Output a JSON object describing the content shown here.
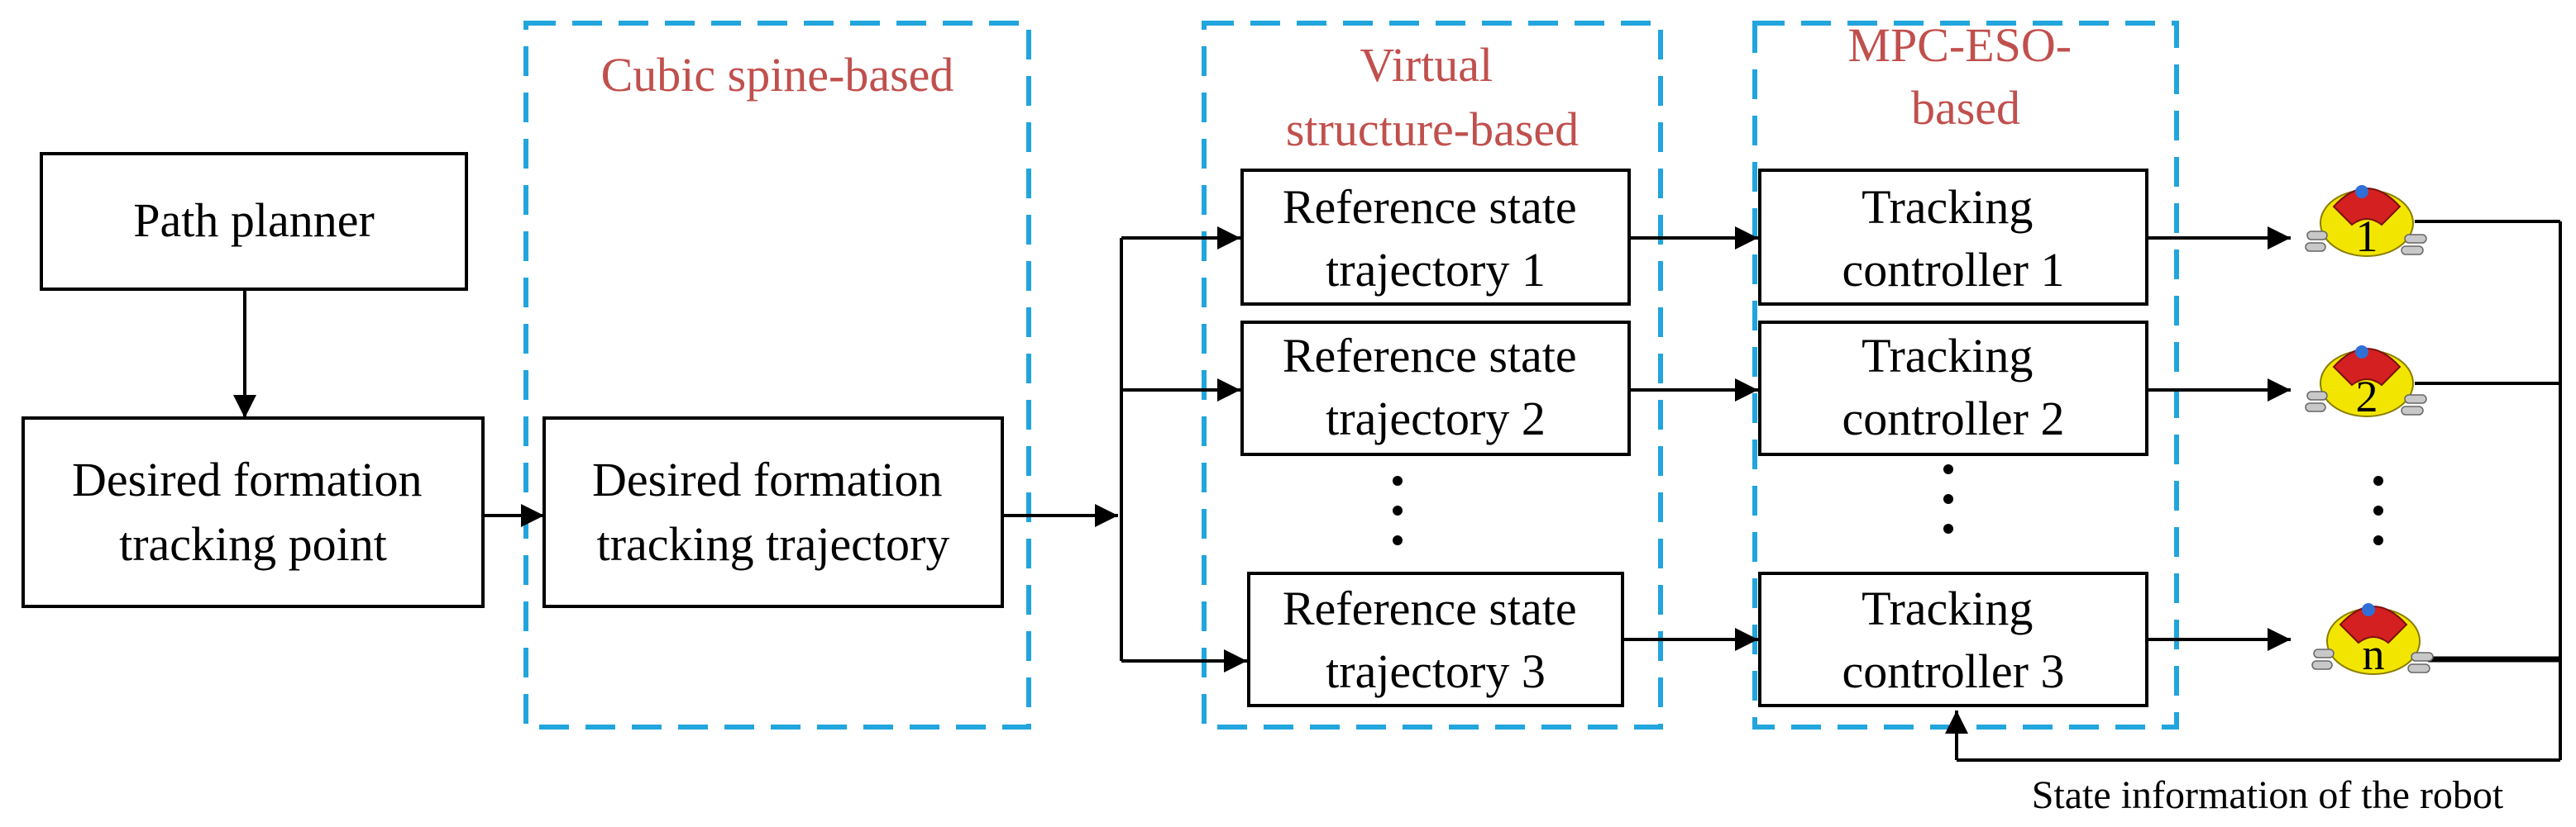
{
  "groups": {
    "spline": [
      "Cubic spine-based"
    ],
    "virtual": [
      "Virtual",
      "structure-based"
    ],
    "mpc": [
      "MPC-ESO-",
      "based"
    ]
  },
  "blocks": {
    "path_planner": [
      "Path planner"
    ],
    "desired_point": [
      "Desired formation",
      "tracking point"
    ],
    "desired_trajectory": [
      "Desired formation",
      "tracking trajectory"
    ],
    "ref1": [
      "Reference state",
      "trajectory 1"
    ],
    "ref2": [
      "Reference state",
      "trajectory 2"
    ],
    "ref3": [
      "Reference state",
      "trajectory 3"
    ],
    "ctrl1": [
      "Tracking",
      "controller 1"
    ],
    "ctrl2": [
      "Tracking",
      "controller 2"
    ],
    "ctrl3": [
      "Tracking",
      "controller 3"
    ]
  },
  "robots": [
    "1",
    "2",
    "n"
  ],
  "feedback": "State information of the robot",
  "colors": {
    "group_border": "#21a5dc",
    "group_title": "#c0504d",
    "robot_body": "#f2e600",
    "robot_top": "#d42020",
    "robot_eye": "#2f6fd6"
  },
  "icons": {
    "robot": "mobile-robot-icon",
    "ellipsis": "vertical-ellipsis-icon"
  }
}
